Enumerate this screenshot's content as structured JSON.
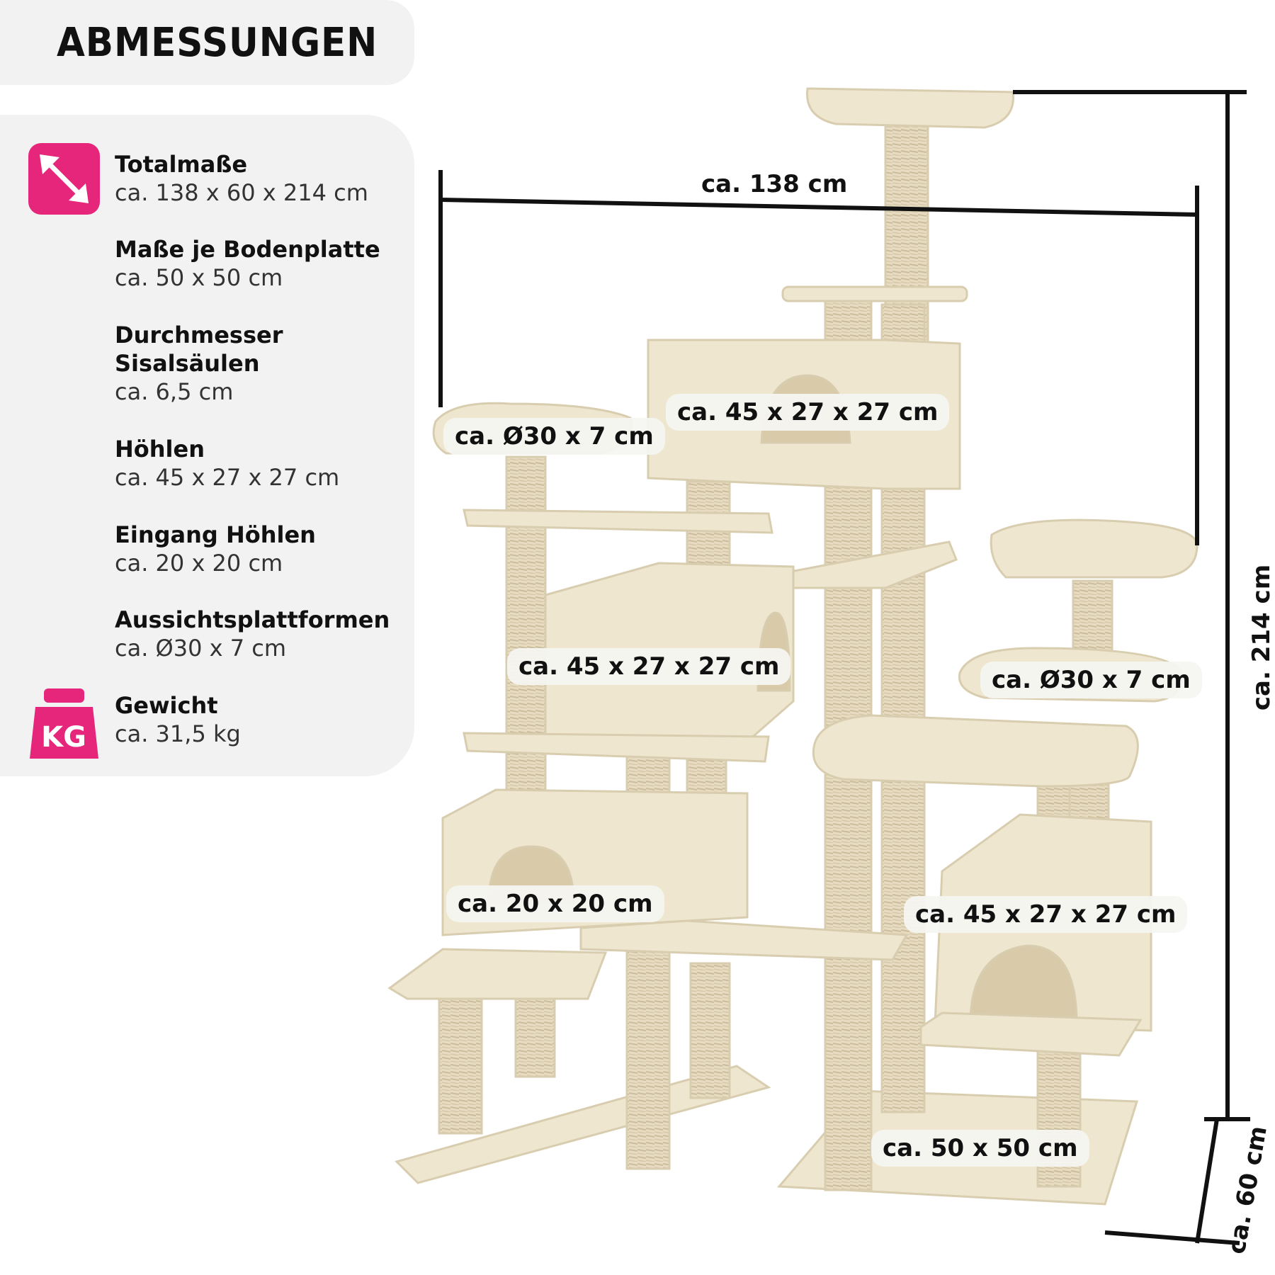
{
  "title": "ABMESSUNGEN",
  "specs": [
    {
      "label": "Totalmaße",
      "value": "ca. 138 x 60 x 214 cm"
    },
    {
      "label": "Maße je Bodenplatte",
      "value": "ca. 50 x 50 cm"
    },
    {
      "label": "Durchmesser\nSisalsäulen",
      "value": "ca. 6,5 cm"
    },
    {
      "label": "Höhlen",
      "value": "ca. 45 x 27 x 27 cm"
    },
    {
      "label": "Eingang Höhlen",
      "value": "ca. 20 x 20 cm"
    },
    {
      "label": "Aussichtsplattformen",
      "value": "ca. Ø30 x 7 cm"
    },
    {
      "label": "Gewicht",
      "value": "ca. 31,5 kg"
    }
  ],
  "icons": {
    "dimensions": "diagonal-arrow-icon",
    "weight": "kg-weight-icon",
    "weight_text": "KG"
  },
  "colors": {
    "accent": "#e6267a",
    "panel": "#f2f2f2",
    "beige": "#efe6cf"
  },
  "callouts": {
    "platform_left": "ca. Ø30 x 7 cm",
    "cave_top": "ca. 45 x 27 x 27 cm",
    "cave_mid": "ca. 45 x 27 x 27 cm",
    "platform_right": "ca. Ø30 x 7 cm",
    "entrance": "ca. 20 x 20 cm",
    "cave_right": "ca. 45 x 27 x 27 cm",
    "base": "ca. 50 x 50 cm"
  },
  "dimensions": {
    "width": "ca. 138  cm",
    "height": "ca. 214  cm",
    "depth": "ca. 60  cm"
  }
}
